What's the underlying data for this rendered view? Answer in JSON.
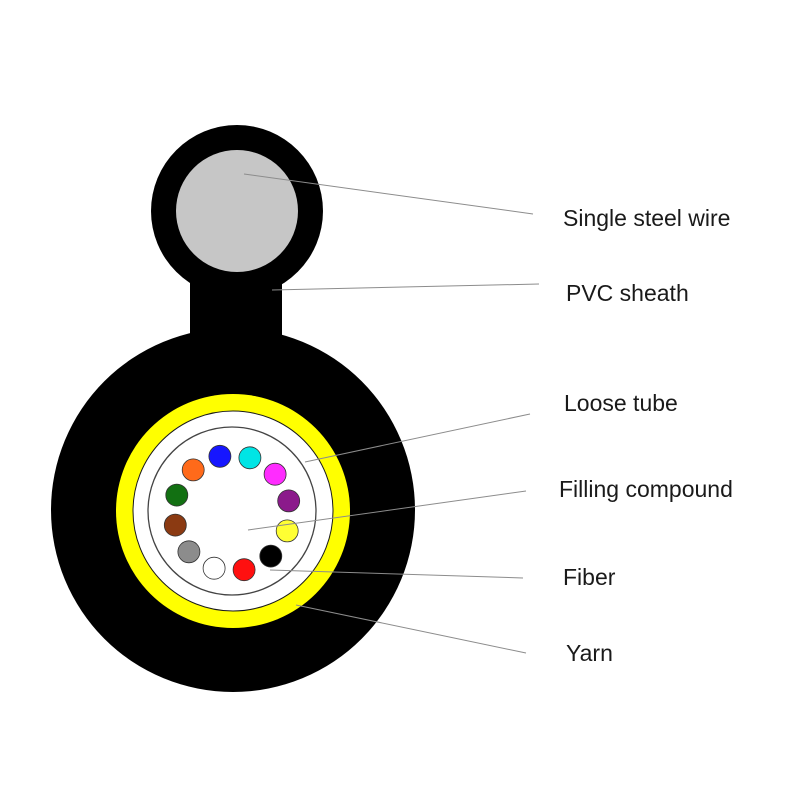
{
  "labels": {
    "single_steel_wire": "Single steel wire",
    "pvc_sheath": "PVC sheath",
    "loose_tube": "Loose tube",
    "filling_compound": "Filling compound",
    "fiber": "Fiber",
    "yarn": "Yarn"
  },
  "colors": {
    "sheath": "#000000",
    "steel_wire": "#c6c6c6",
    "yarn": "#ffff00",
    "loose_tube_fill": "#ffffff",
    "leader_line": "#8c8c8c"
  },
  "fibers": [
    {
      "name": "blue",
      "color": "#1616ff"
    },
    {
      "name": "aqua",
      "color": "#00e5e5"
    },
    {
      "name": "rose",
      "color": "#ff2cff"
    },
    {
      "name": "violet",
      "color": "#8b1a8b"
    },
    {
      "name": "yellow",
      "color": "#ffff33"
    },
    {
      "name": "black",
      "color": "#000000"
    },
    {
      "name": "red",
      "color": "#ff1010"
    },
    {
      "name": "white",
      "color": "#ffffff"
    },
    {
      "name": "slate",
      "color": "#8c8c8c"
    },
    {
      "name": "brown",
      "color": "#8b3a12"
    },
    {
      "name": "green",
      "color": "#127012"
    },
    {
      "name": "orange",
      "color": "#ff6a1a"
    }
  ]
}
